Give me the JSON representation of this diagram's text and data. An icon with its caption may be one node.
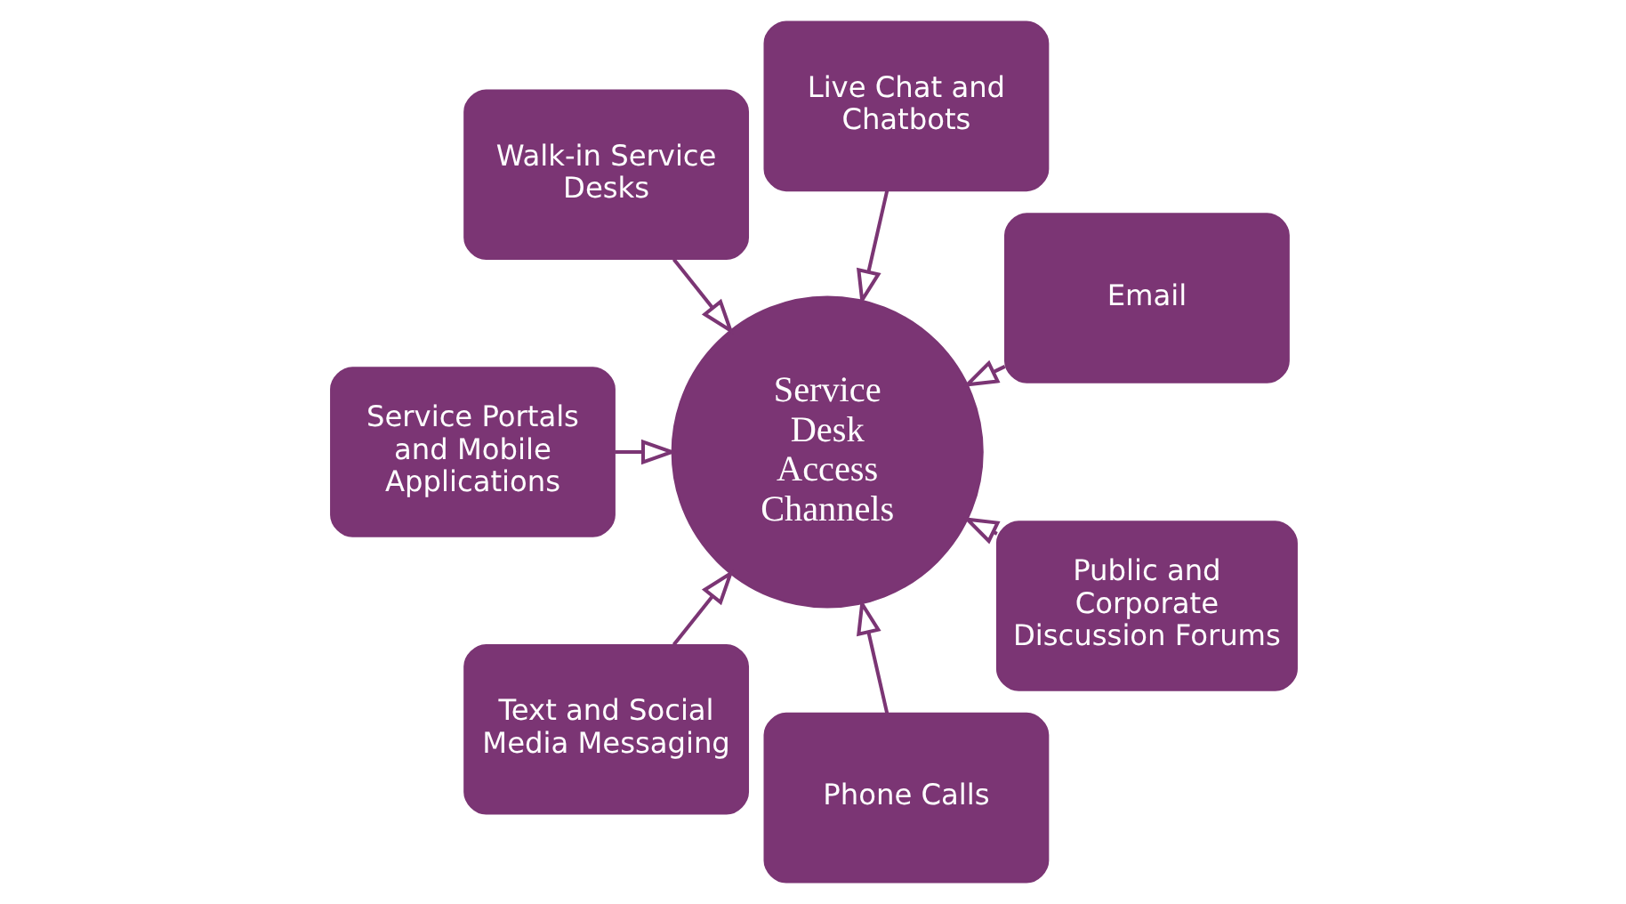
{
  "diagram": {
    "nodes": [
      {
        "text": [
          "Email"
        ]
      },
      {
        "text": [
          "Live Chat and Chatbots"
        ]
      },
      {
        "text": [
          "Walk-in Service Desks"
        ]
      },
      {
        "text": [
          "Service Portals and Mobile Applications"
        ]
      },
      {
        "text": [
          "Text and Social Media Messaging"
        ]
      },
      {
        "text": [
          "Service Desk Access Channels"
        ]
      },
      {
        "text": [
          "Phone Calls"
        ]
      },
      {
        "text": [
          "Public and Corporate Discussion Forums"
        ]
      }
    ],
    "edges": [
      {
        "from": 0,
        "to": 5,
        "arrow": "to"
      },
      {
        "from": 1,
        "to": 5,
        "arrow": "to"
      },
      {
        "from": 2,
        "to": 5,
        "arrow": "to"
      },
      {
        "from": 3,
        "to": 5,
        "arrow": "to"
      },
      {
        "from": 4,
        "to": 5,
        "arrow": "to"
      },
      {
        "from": 6,
        "to": 5,
        "arrow": "to"
      },
      {
        "from": 7,
        "to": 5,
        "arrow": "to"
      }
    ]
  }
}
